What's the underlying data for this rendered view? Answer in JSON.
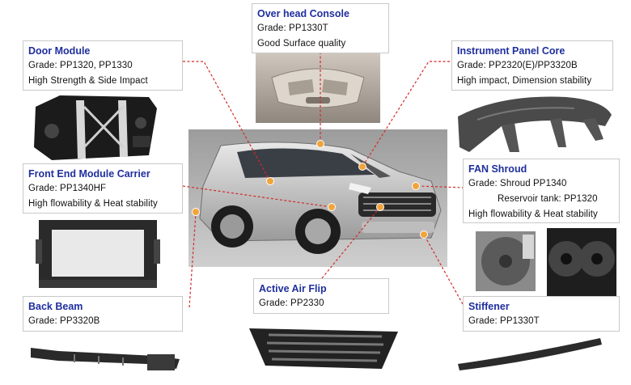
{
  "parts": {
    "overhead_console": {
      "title": "Over head Console",
      "lines": [
        "Grade: PP1330T",
        "Good Surface quality"
      ]
    },
    "door_module": {
      "title": "Door Module",
      "lines": [
        "Grade: PP1320, PP1330",
        "High Strength & Side Impact"
      ]
    },
    "instrument_panel": {
      "title": "Instrument Panel Core",
      "lines": [
        "Grade: PP2320(E)/PP3320B",
        "High impact, Dimension stability"
      ]
    },
    "front_end_module": {
      "title": "Front End Module Carrier",
      "lines": [
        "Grade: PP1340HF",
        "High flowability & Heat stability"
      ]
    },
    "fan_shroud": {
      "title": "FAN Shroud",
      "lines": [
        "Grade: Shroud PP1340",
        "Reservoir tank: PP1320",
        "High flowability & Heat stability"
      ]
    },
    "back_beam": {
      "title": "Back Beam",
      "lines": [
        "Grade: PP3320B"
      ]
    },
    "active_air_flip": {
      "title": "Active Air Flip",
      "lines": [
        "Grade: PP2330"
      ]
    },
    "stiffener": {
      "title": "Stiffener",
      "lines": [
        "Grade: PP1330T"
      ]
    }
  },
  "colors": {
    "title": "#1f2f9e",
    "leader": "#d62828",
    "marker": "#f2a43a"
  }
}
